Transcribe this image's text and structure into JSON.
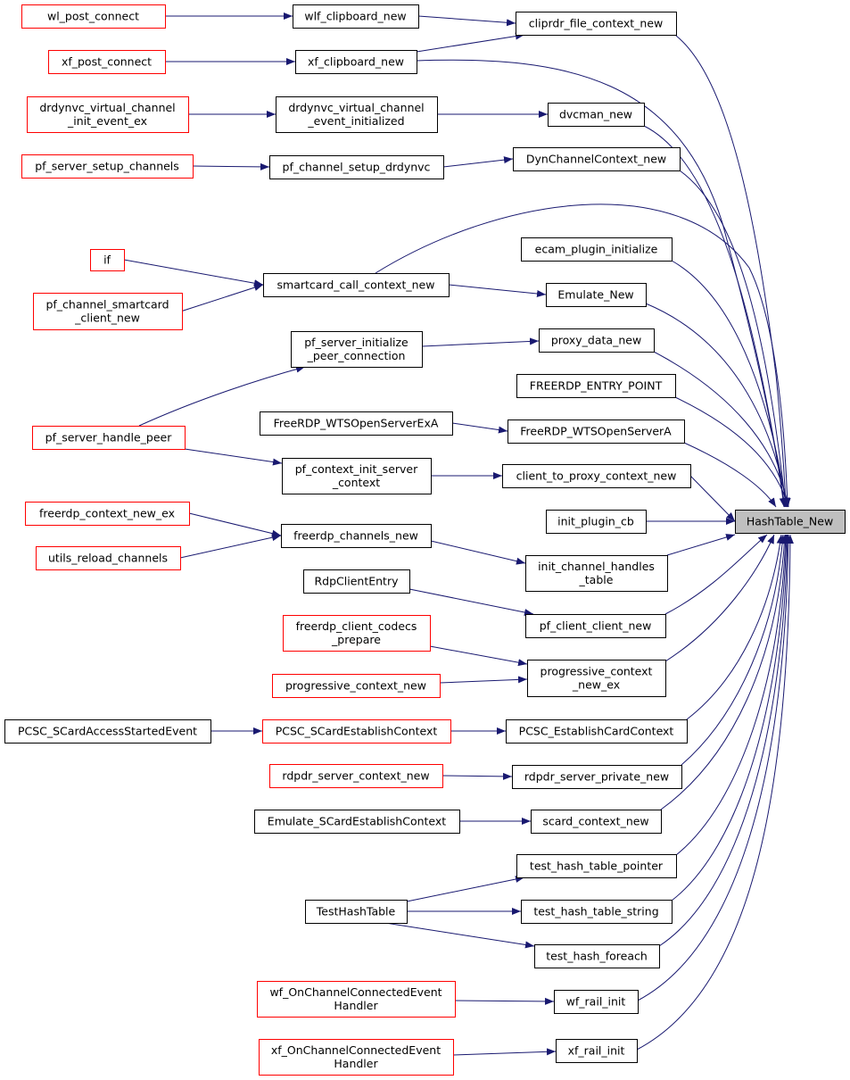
{
  "colors": {
    "edge": "#191970",
    "external_node_border": "#ff0000",
    "internal_node_border": "#000000",
    "root_fill": "#bfbfbf",
    "node_fill": "#ffffff"
  },
  "nodes": [
    {
      "id": "wl_post_connect",
      "lines": [
        "wl_post_connect"
      ],
      "style": "external"
    },
    {
      "id": "wlf_clipboard_new",
      "lines": [
        "wlf_clipboard_new"
      ],
      "style": "normal"
    },
    {
      "id": "cliprdr_file_context_new",
      "lines": [
        "cliprdr_file_context_new"
      ],
      "style": "normal"
    },
    {
      "id": "xf_post_connect",
      "lines": [
        "xf_post_connect"
      ],
      "style": "external"
    },
    {
      "id": "xf_clipboard_new",
      "lines": [
        "xf_clipboard_new"
      ],
      "style": "normal"
    },
    {
      "id": "drdynvc_virtual_channel_init_event_ex",
      "lines": [
        "drdynvc_virtual_channel",
        "_init_event_ex"
      ],
      "style": "external"
    },
    {
      "id": "drdynvc_virtual_channel_event_initialized",
      "lines": [
        "drdynvc_virtual_channel",
        "_event_initialized"
      ],
      "style": "normal"
    },
    {
      "id": "dvcman_new",
      "lines": [
        "dvcman_new"
      ],
      "style": "normal"
    },
    {
      "id": "pf_server_setup_channels",
      "lines": [
        "pf_server_setup_channels"
      ],
      "style": "external"
    },
    {
      "id": "pf_channel_setup_drdynvc",
      "lines": [
        "pf_channel_setup_drdynvc"
      ],
      "style": "normal"
    },
    {
      "id": "DynChannelContext_new",
      "lines": [
        "DynChannelContext_new"
      ],
      "style": "normal"
    },
    {
      "id": "ecam_plugin_initialize",
      "lines": [
        "ecam_plugin_initialize"
      ],
      "style": "normal"
    },
    {
      "id": "if",
      "lines": [
        "if"
      ],
      "style": "external"
    },
    {
      "id": "smartcard_call_context_new",
      "lines": [
        "smartcard_call_context_new"
      ],
      "style": "normal"
    },
    {
      "id": "pf_channel_smartcard_client_new",
      "lines": [
        "pf_channel_smartcard",
        "_client_new"
      ],
      "style": "external"
    },
    {
      "id": "Emulate_New",
      "lines": [
        "Emulate_New"
      ],
      "style": "normal"
    },
    {
      "id": "pf_server_initialize_peer_connection",
      "lines": [
        "pf_server_initialize",
        "_peer_connection"
      ],
      "style": "normal"
    },
    {
      "id": "proxy_data_new",
      "lines": [
        "proxy_data_new"
      ],
      "style": "normal"
    },
    {
      "id": "FREERDP_ENTRY_POINT",
      "lines": [
        "FREERDP_ENTRY_POINT"
      ],
      "style": "normal"
    },
    {
      "id": "FreeRDP_WTSOpenServerExA",
      "lines": [
        "FreeRDP_WTSOpenServerExA"
      ],
      "style": "normal"
    },
    {
      "id": "FreeRDP_WTSOpenServerA",
      "lines": [
        "FreeRDP_WTSOpenServerA"
      ],
      "style": "normal"
    },
    {
      "id": "pf_server_handle_peer",
      "lines": [
        "pf_server_handle_peer"
      ],
      "style": "external"
    },
    {
      "id": "pf_context_init_server_context",
      "lines": [
        "pf_context_init_server",
        "_context"
      ],
      "style": "normal"
    },
    {
      "id": "client_to_proxy_context_new",
      "lines": [
        "client_to_proxy_context_new"
      ],
      "style": "normal"
    },
    {
      "id": "init_plugin_cb",
      "lines": [
        "init_plugin_cb"
      ],
      "style": "normal"
    },
    {
      "id": "HashTable_New",
      "lines": [
        "HashTable_New"
      ],
      "style": "root"
    },
    {
      "id": "freerdp_context_new_ex",
      "lines": [
        "freerdp_context_new_ex"
      ],
      "style": "external"
    },
    {
      "id": "freerdp_channels_new",
      "lines": [
        "freerdp_channels_new"
      ],
      "style": "normal"
    },
    {
      "id": "utils_reload_channels",
      "lines": [
        "utils_reload_channels"
      ],
      "style": "external"
    },
    {
      "id": "init_channel_handles_table",
      "lines": [
        "init_channel_handles",
        "_table"
      ],
      "style": "normal"
    },
    {
      "id": "RdpClientEntry",
      "lines": [
        "RdpClientEntry"
      ],
      "style": "normal"
    },
    {
      "id": "pf_client_client_new",
      "lines": [
        "pf_client_client_new"
      ],
      "style": "normal"
    },
    {
      "id": "freerdp_client_codecs_prepare",
      "lines": [
        "freerdp_client_codecs",
        "_prepare"
      ],
      "style": "external"
    },
    {
      "id": "progressive_context_new",
      "lines": [
        "progressive_context_new"
      ],
      "style": "external"
    },
    {
      "id": "progressive_context_new_ex",
      "lines": [
        "progressive_context",
        "_new_ex"
      ],
      "style": "normal"
    },
    {
      "id": "PCSC_SCardAccessStartedEvent",
      "lines": [
        "PCSC_SCardAccessStartedEvent"
      ],
      "style": "normal"
    },
    {
      "id": "PCSC_SCardEstablishContext",
      "lines": [
        "PCSC_SCardEstablishContext"
      ],
      "style": "external"
    },
    {
      "id": "PCSC_EstablishCardContext",
      "lines": [
        "PCSC_EstablishCardContext"
      ],
      "style": "normal"
    },
    {
      "id": "rdpdr_server_context_new",
      "lines": [
        "rdpdr_server_context_new"
      ],
      "style": "external"
    },
    {
      "id": "rdpdr_server_private_new",
      "lines": [
        "rdpdr_server_private_new"
      ],
      "style": "normal"
    },
    {
      "id": "Emulate_SCardEstablishContext",
      "lines": [
        "Emulate_SCardEstablishContext"
      ],
      "style": "normal"
    },
    {
      "id": "scard_context_new",
      "lines": [
        "scard_context_new"
      ],
      "style": "normal"
    },
    {
      "id": "test_hash_table_pointer",
      "lines": [
        "test_hash_table_pointer"
      ],
      "style": "normal"
    },
    {
      "id": "TestHashTable",
      "lines": [
        "TestHashTable"
      ],
      "style": "normal"
    },
    {
      "id": "test_hash_table_string",
      "lines": [
        "test_hash_table_string"
      ],
      "style": "normal"
    },
    {
      "id": "test_hash_foreach",
      "lines": [
        "test_hash_foreach"
      ],
      "style": "normal"
    },
    {
      "id": "wf_OnChannelConnectedEventHandler",
      "lines": [
        "wf_OnChannelConnectedEvent",
        "Handler"
      ],
      "style": "external"
    },
    {
      "id": "wf_rail_init",
      "lines": [
        "wf_rail_init"
      ],
      "style": "normal"
    },
    {
      "id": "xf_OnChannelConnectedEventHandler",
      "lines": [
        "xf_OnChannelConnectedEvent",
        "Handler"
      ],
      "style": "external"
    },
    {
      "id": "xf_rail_init",
      "lines": [
        "xf_rail_init"
      ],
      "style": "normal"
    }
  ],
  "edges": [
    {
      "from": "wl_post_connect",
      "to": "wlf_clipboard_new"
    },
    {
      "from": "wlf_clipboard_new",
      "to": "cliprdr_file_context_new"
    },
    {
      "from": "xf_post_connect",
      "to": "xf_clipboard_new"
    },
    {
      "from": "xf_clipboard_new",
      "to": "cliprdr_file_context_new"
    },
    {
      "from": "xf_clipboard_new",
      "to": "HashTable_New"
    },
    {
      "from": "cliprdr_file_context_new",
      "to": "HashTable_New"
    },
    {
      "from": "drdynvc_virtual_channel_init_event_ex",
      "to": "drdynvc_virtual_channel_event_initialized"
    },
    {
      "from": "drdynvc_virtual_channel_event_initialized",
      "to": "dvcman_new"
    },
    {
      "from": "dvcman_new",
      "to": "HashTable_New"
    },
    {
      "from": "pf_server_setup_channels",
      "to": "pf_channel_setup_drdynvc"
    },
    {
      "from": "pf_channel_setup_drdynvc",
      "to": "DynChannelContext_new"
    },
    {
      "from": "DynChannelContext_new",
      "to": "HashTable_New"
    },
    {
      "from": "ecam_plugin_initialize",
      "to": "HashTable_New"
    },
    {
      "from": "if",
      "to": "smartcard_call_context_new"
    },
    {
      "from": "pf_channel_smartcard_client_new",
      "to": "smartcard_call_context_new"
    },
    {
      "from": "smartcard_call_context_new",
      "to": "HashTable_New"
    },
    {
      "from": "smartcard_call_context_new",
      "to": "Emulate_New"
    },
    {
      "from": "Emulate_New",
      "to": "HashTable_New"
    },
    {
      "from": "pf_server_handle_peer",
      "to": "pf_server_initialize_peer_connection"
    },
    {
      "from": "pf_server_initialize_peer_connection",
      "to": "proxy_data_new"
    },
    {
      "from": "proxy_data_new",
      "to": "HashTable_New"
    },
    {
      "from": "FREERDP_ENTRY_POINT",
      "to": "HashTable_New"
    },
    {
      "from": "FreeRDP_WTSOpenServerExA",
      "to": "FreeRDP_WTSOpenServerA"
    },
    {
      "from": "FreeRDP_WTSOpenServerA",
      "to": "HashTable_New"
    },
    {
      "from": "pf_server_handle_peer",
      "to": "pf_context_init_server_context"
    },
    {
      "from": "pf_context_init_server_context",
      "to": "client_to_proxy_context_new"
    },
    {
      "from": "client_to_proxy_context_new",
      "to": "HashTable_New"
    },
    {
      "from": "init_plugin_cb",
      "to": "HashTable_New"
    },
    {
      "from": "freerdp_context_new_ex",
      "to": "freerdp_channels_new"
    },
    {
      "from": "utils_reload_channels",
      "to": "freerdp_channels_new"
    },
    {
      "from": "freerdp_channels_new",
      "to": "init_channel_handles_table"
    },
    {
      "from": "init_channel_handles_table",
      "to": "HashTable_New"
    },
    {
      "from": "RdpClientEntry",
      "to": "pf_client_client_new"
    },
    {
      "from": "pf_client_client_new",
      "to": "HashTable_New"
    },
    {
      "from": "freerdp_client_codecs_prepare",
      "to": "progressive_context_new_ex"
    },
    {
      "from": "progressive_context_new",
      "to": "progressive_context_new_ex"
    },
    {
      "from": "progressive_context_new_ex",
      "to": "HashTable_New"
    },
    {
      "from": "PCSC_SCardAccessStartedEvent",
      "to": "PCSC_SCardEstablishContext"
    },
    {
      "from": "PCSC_SCardEstablishContext",
      "to": "PCSC_EstablishCardContext"
    },
    {
      "from": "PCSC_EstablishCardContext",
      "to": "HashTable_New"
    },
    {
      "from": "rdpdr_server_context_new",
      "to": "rdpdr_server_private_new"
    },
    {
      "from": "rdpdr_server_private_new",
      "to": "HashTable_New"
    },
    {
      "from": "Emulate_SCardEstablishContext",
      "to": "scard_context_new"
    },
    {
      "from": "scard_context_new",
      "to": "HashTable_New"
    },
    {
      "from": "TestHashTable",
      "to": "test_hash_table_pointer"
    },
    {
      "from": "TestHashTable",
      "to": "test_hash_table_string"
    },
    {
      "from": "TestHashTable",
      "to": "test_hash_foreach"
    },
    {
      "from": "test_hash_table_pointer",
      "to": "HashTable_New"
    },
    {
      "from": "test_hash_table_string",
      "to": "HashTable_New"
    },
    {
      "from": "test_hash_foreach",
      "to": "HashTable_New"
    },
    {
      "from": "wf_OnChannelConnectedEventHandler",
      "to": "wf_rail_init"
    },
    {
      "from": "wf_rail_init",
      "to": "HashTable_New"
    },
    {
      "from": "xf_OnChannelConnectedEventHandler",
      "to": "xf_rail_init"
    },
    {
      "from": "xf_rail_init",
      "to": "HashTable_New"
    }
  ]
}
